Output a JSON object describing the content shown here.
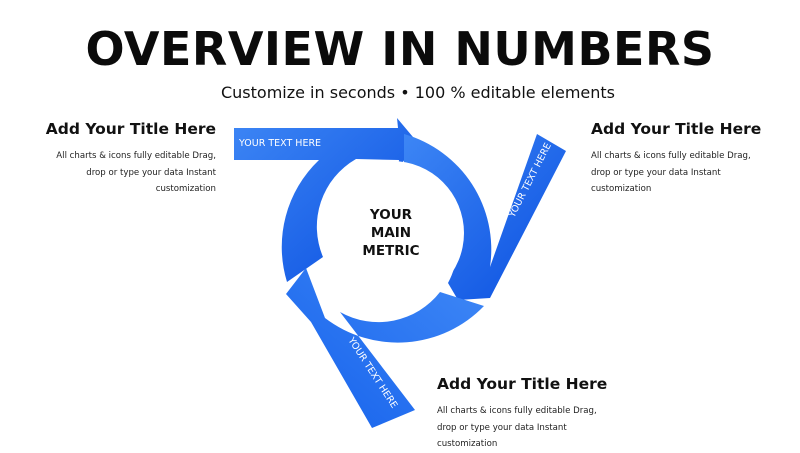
{
  "header": {
    "title": "OVERVIEW IN NUMBERS",
    "subtitle": "Customize in seconds • 100 % editable elements"
  },
  "center": {
    "metric_line1": "YOUR",
    "metric_line2": "MAIN",
    "metric_line3": "METRIC"
  },
  "arrows": {
    "top_label": "YOUR TEXT HERE",
    "right_label": "YOUR TEXT HERE",
    "bottom_label": "YOUR TEXT HERE"
  },
  "blocks": {
    "left": {
      "title": "Add Your Title Here",
      "line1": "All charts & icons fully editable Drag,",
      "line2": "drop or type your data Instant",
      "line3": "customization"
    },
    "right": {
      "title": "Add Your Title Here",
      "line1": "All charts & icons fully editable Drag,",
      "line2": "drop or type your data Instant",
      "line3": "customization"
    },
    "bottom": {
      "title": "Add Your Title Here",
      "line1": "All charts & icons fully editable Drag,",
      "line2": "drop or type your data Instant",
      "line3": "customization"
    }
  },
  "colors": {
    "accent_light": "#3d86f5",
    "accent_dark": "#0a4fe0"
  }
}
